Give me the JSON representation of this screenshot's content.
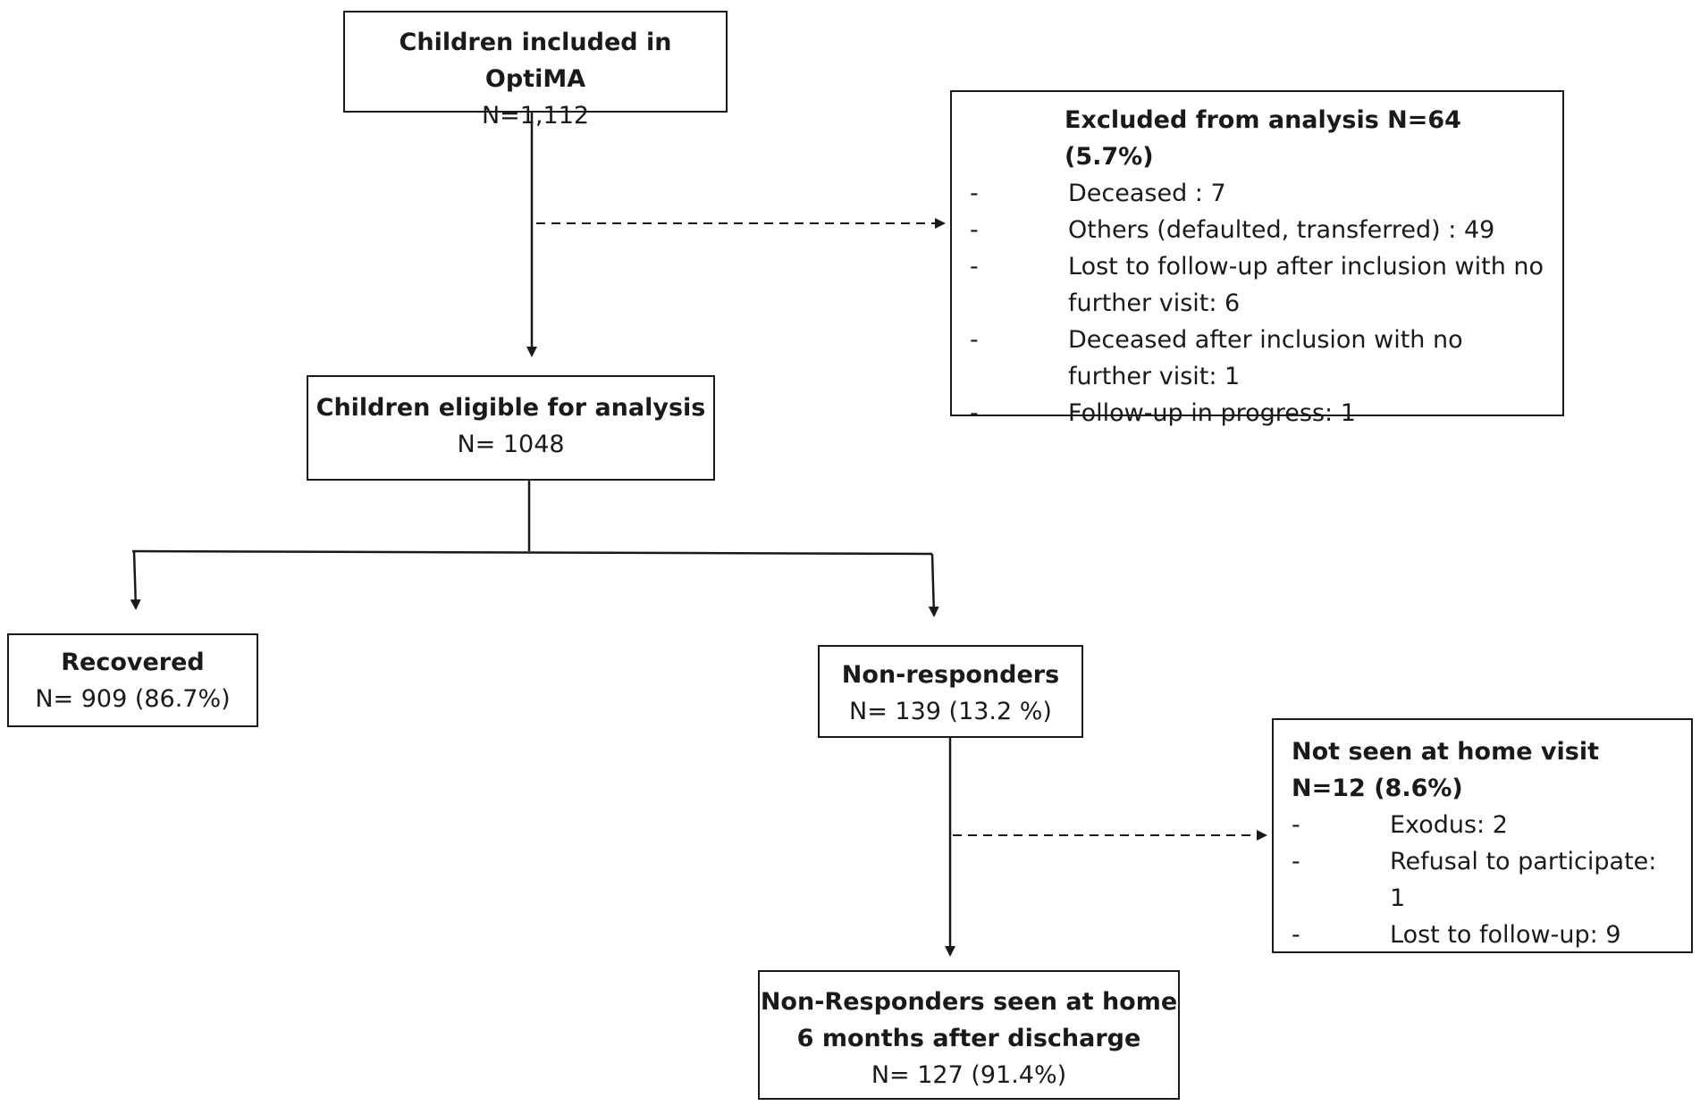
{
  "nodes": {
    "included": {
      "title": "Children included in OptiMA",
      "count": "N=1,112"
    },
    "excluded": {
      "title": "Excluded from analysis  N=64 (5.7%)",
      "items": [
        "Deceased : 7",
        "Others (defaulted, transferred) : 49",
        "Lost to follow-up after inclusion with no further visit: 6",
        "Deceased after inclusion with no further visit: 1",
        "Follow-up in progress: 1"
      ]
    },
    "eligible": {
      "title": "Children eligible for analysis",
      "count": "N= 1048"
    },
    "recovered": {
      "title": "Recovered",
      "count": "N= 909 (86.7%)"
    },
    "nonresponders": {
      "title": "Non-responders",
      "count": "N= 139 (13.2 %)"
    },
    "not_seen": {
      "title": "Not seen at home visit N=12 (8.6%)",
      "items": [
        "Exodus: 2",
        "Refusal to participate: 1",
        "Lost to follow-up: 9"
      ]
    },
    "seen_home": {
      "title_line1": "Non-Responders seen at home",
      "title_line2": "6 months after discharge",
      "count": "N= 127 (91.4%)"
    }
  },
  "bullet": "-",
  "colors": {
    "line": "#1a1a1a",
    "background": "#ffffff"
  }
}
